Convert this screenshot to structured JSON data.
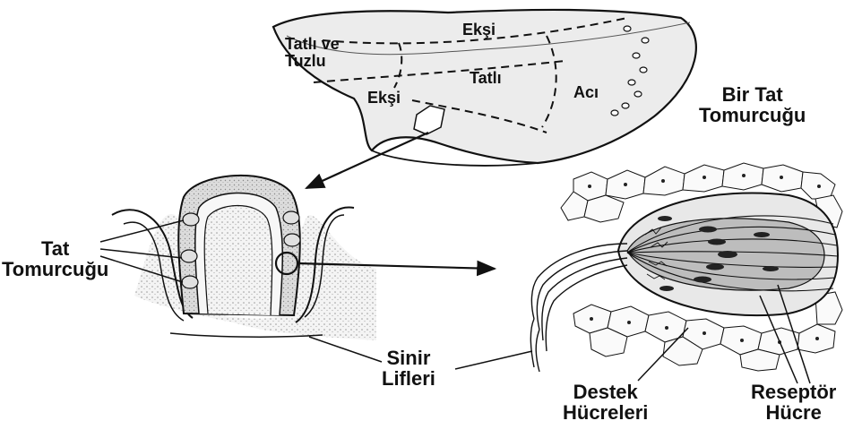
{
  "tongue_regions": {
    "tatli_ve_tuzlu": [
      "Tatlı ve",
      "Tuzlu"
    ],
    "eksi_top": "Ekşi",
    "tatli": "Tatlı",
    "eksi_side": "Ekşi",
    "aci": "Acı"
  },
  "labels": {
    "bir_tat_tomurcugu": [
      "Bir Tat",
      "Tomurcuğu"
    ],
    "tat_tomurcugu": [
      "Tat",
      "Tomurcuğu"
    ],
    "sinir_lifleri": [
      "Sinir",
      "Lifleri"
    ],
    "destek_hucreleri": [
      "Destek",
      "Hücreleri"
    ],
    "reseptor_hucre": [
      "Reseptör",
      "Hücre"
    ]
  },
  "colors": {
    "ink": "#111111",
    "tissue": "#e6e6e6",
    "bud_fill": "#cfcfcf",
    "dark_nucleus": "#222222"
  }
}
